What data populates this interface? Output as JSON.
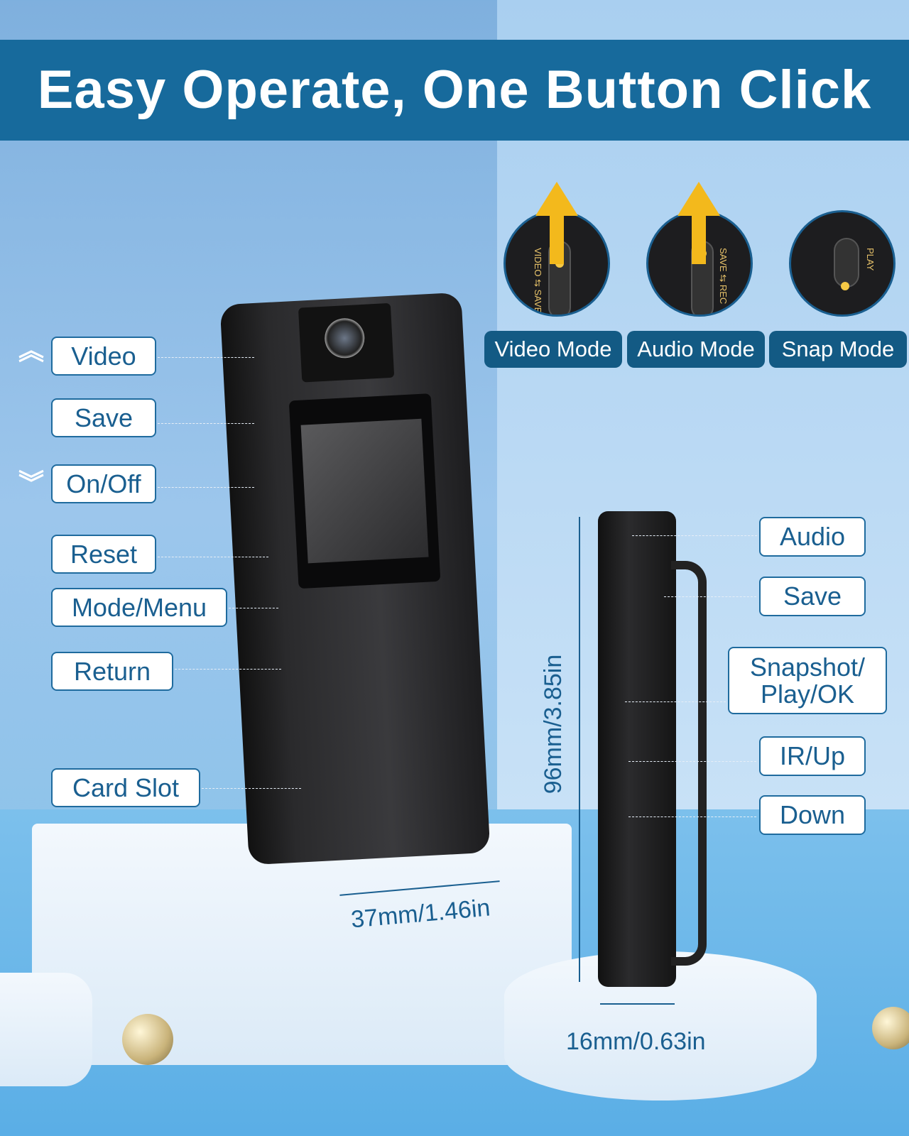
{
  "header": {
    "title": "Easy Operate, One Button Click"
  },
  "modes": [
    {
      "label": "Video Mode",
      "switch_text": "VIDEO ⇆ SAVE"
    },
    {
      "label": "Audio Mode",
      "switch_text": "SAVE ⇆ REC"
    },
    {
      "label": "Snap Mode",
      "switch_text": "PLAY"
    }
  ],
  "left_labels": [
    "Video",
    "Save",
    "On/Off",
    "Reset",
    "Mode/Menu",
    "Return",
    "Card Slot"
  ],
  "right_labels": [
    "Audio",
    "Save",
    "Snapshot/ Play/OK",
    "IR/Up",
    "Down"
  ],
  "dimensions": {
    "width": "37mm/1.46in",
    "height": "96mm/3.85in",
    "depth": "16mm/0.63in"
  },
  "colors": {
    "banner": "#176a9c",
    "label_text": "#1a5f90",
    "arrow": "#f3b91c"
  }
}
